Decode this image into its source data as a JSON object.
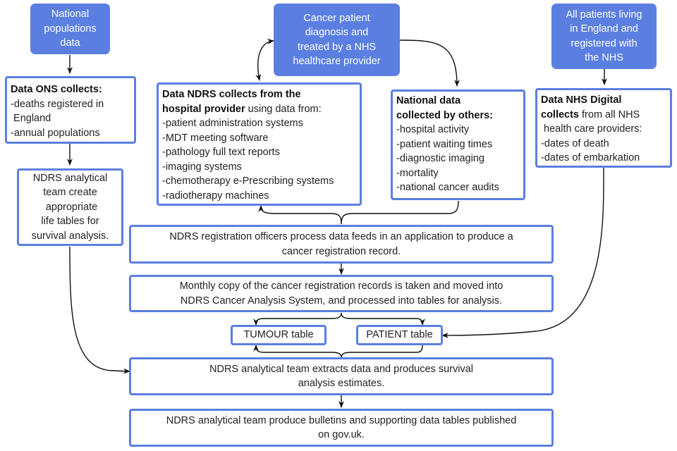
{
  "sources": {
    "national_populations": {
      "lines": [
        "National",
        "populations",
        "data"
      ]
    },
    "cancer_patient": {
      "lines": [
        "Cancer patient",
        "diagnosis and",
        "treated by a NHS",
        "healthcare provider"
      ]
    },
    "all_patients": {
      "lines": [
        "All patients living",
        "in England and",
        "registered with",
        "the NHS"
      ]
    }
  },
  "collectors": {
    "ons": {
      "title": "Data ONS collects:",
      "items": [
        "-deaths registered in",
        " England",
        "-annual populations"
      ]
    },
    "ndrs_hospital": {
      "title_line1": "Data NDRS collects from the",
      "title_bold_line2": "hospital provider",
      "title_rest_line2": " using data from:",
      "items": [
        "-patient administration systems",
        "-MDT meeting software",
        "-pathology full text reports",
        "-imaging systems",
        "-chemotherapy e-Prescribing systems",
        "-radiotherapy machines"
      ]
    },
    "national_others": {
      "title_lines": [
        "National data",
        "collected by others:"
      ],
      "items": [
        "-hospital activity",
        "-patient waiting times",
        "-diagnostic imaging",
        "-mortality",
        "-national cancer audits"
      ]
    },
    "nhs_digital": {
      "title_line1": "Data NHS Digital",
      "title_bold_line2": "collects",
      "title_rest_line2": " from all NHS",
      "subtitle": " health care providers:",
      "items": [
        "-dates of death",
        "-dates of embarkation"
      ]
    }
  },
  "process": {
    "life_tables": {
      "lines": [
        "NDRS analytical",
        "team create",
        " appropriate",
        "life tables for",
        "survival analysis."
      ]
    },
    "registration": {
      "lines": [
        "NDRS registration officers process data feeds in an application to produce a",
        "cancer registration record."
      ]
    },
    "monthly_copy": {
      "lines": [
        "Monthly copy of the cancer registration records is taken and moved into",
        "NDRS Cancer Analysis System, and processed into tables for analysis."
      ]
    },
    "tumour_table": "TUMOUR table",
    "patient_table": "PATIENT table",
    "extracts": {
      "lines": [
        "NDRS analytical team extracts data and produces survival",
        "analysis estimates."
      ]
    },
    "publish": {
      "lines": [
        "NDRS analytical team produce bulletins and supporting data tables published",
        "on gov.uk."
      ]
    }
  },
  "colors": {
    "accent": "#5b7fe1",
    "arrow": "#111111",
    "text": "#222222"
  }
}
